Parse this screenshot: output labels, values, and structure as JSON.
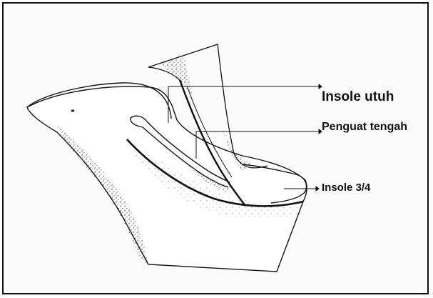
{
  "labels": {
    "insole_utuh": "Insole utuh",
    "penguat_tengah": "Penguat tengah",
    "insole_3_4": "Insole 3/4"
  },
  "colors": {
    "ink": "#111111",
    "paper": "#fbfbfb",
    "border": "#111111"
  }
}
